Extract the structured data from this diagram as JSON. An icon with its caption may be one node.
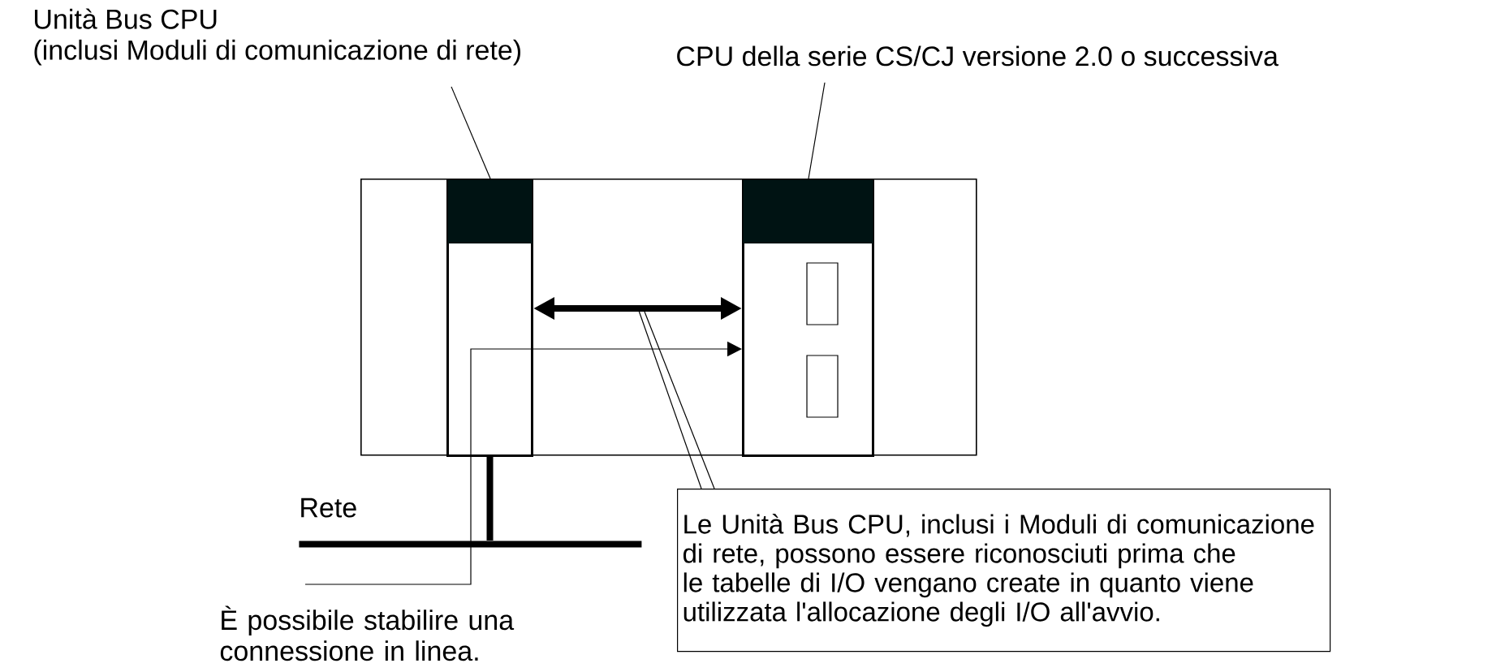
{
  "diagram": {
    "nodes": [
      {
        "text": [],
        "shape": "box"
      },
      {
        "text": [],
        "shape": "box",
        "in": 0
      },
      {
        "text": [],
        "shape": "box",
        "in": 0
      },
      {
        "text": [
          "Unità Bus CPU",
          "(inclusi Moduli di comunicazione di rete)"
        ]
      },
      {
        "text": [
          "CPU della serie CS/CJ versione 2.0 o successiva"
        ]
      },
      {
        "text": [],
        "shape": "bar",
        "beside": [
          "Rete"
        ]
      },
      {
        "text": [
          "Le Unità Bus CPU, inclusi i Moduli di comunicazione di rete, possono essere riconosciuti prima che le tabelle di I/O vengano create in quanto viene utilizzata l'allocazione degli I/O all'avvio."
        ]
      }
    ],
    "edges": [
      {
        "from": 3,
        "to": 1,
        "arrow": "none"
      },
      {
        "from": 4,
        "to": 2,
        "arrow": "none"
      },
      {
        "from": 1,
        "to": 2,
        "arrow": "both",
        "style": "thick"
      },
      {
        "from": null,
        "to": 2,
        "arrow": "to"
      },
      {
        "from": 1,
        "to": 5,
        "arrow": "none",
        "style": "thick"
      },
      {
        "from": 6,
        "to": null,
        "arrow": "none"
      },
      {
        "from": 6,
        "to": null,
        "arrow": "none"
      }
    ],
    "labels": [
      "È possibile stabilire una connessione in linea."
    ]
  }
}
